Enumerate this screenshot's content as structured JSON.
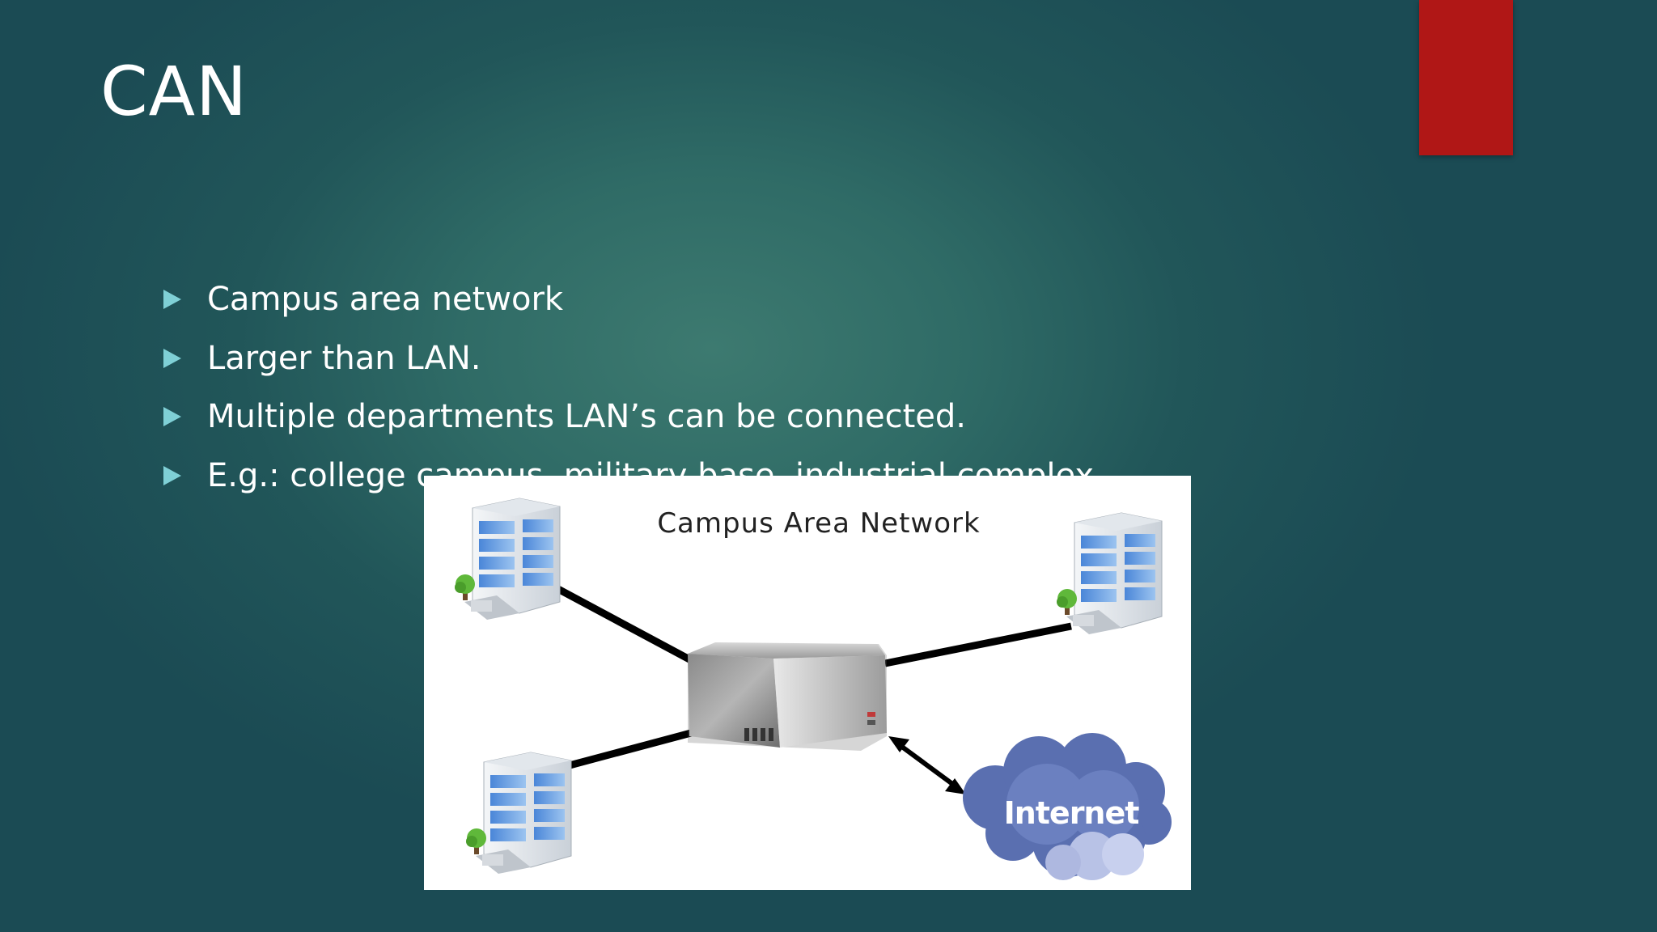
{
  "slide": {
    "title": "CAN",
    "accent_color": "#b01716",
    "bullet_color": "#7fd0d6",
    "bullets": [
      "Campus area network",
      "Larger than LAN.",
      "Multiple departments LAN’s can be connected.",
      "E.g.: college campus, military base, industrial complex."
    ]
  },
  "diagram": {
    "title": "Campus Area Network",
    "cloud_label": "Internet",
    "icons": [
      "building-icon",
      "server-icon",
      "cloud-icon",
      "tree-icon"
    ]
  }
}
